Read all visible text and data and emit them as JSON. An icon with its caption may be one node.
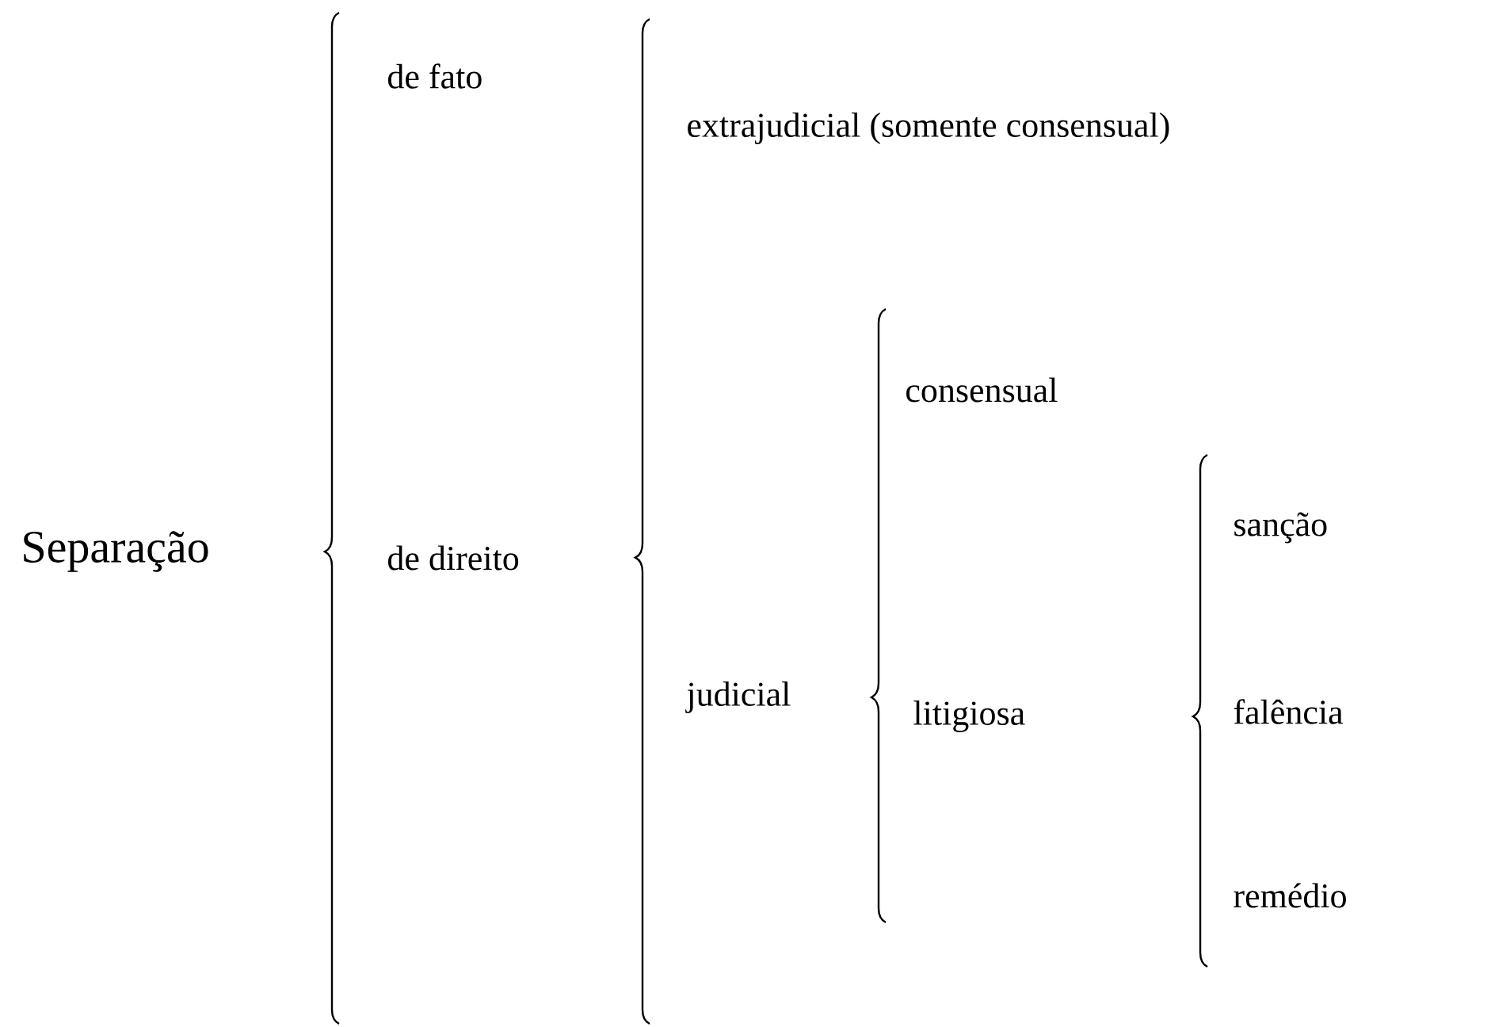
{
  "diagram": {
    "nodes": [
      {
        "text": [
          "Separação"
        ]
      },
      {
        "text": [
          "de fato"
        ]
      },
      {
        "text": [
          "de direito"
        ]
      },
      {
        "text": [
          "extrajudicial (somente consensual)"
        ]
      },
      {
        "text": [
          "judicial"
        ]
      },
      {
        "text": [
          "consensual"
        ]
      },
      {
        "text": [
          "litigiosa"
        ]
      },
      {
        "text": [
          "sanção"
        ]
      },
      {
        "text": [
          "falência"
        ]
      },
      {
        "text": [
          "remédio"
        ]
      }
    ]
  }
}
